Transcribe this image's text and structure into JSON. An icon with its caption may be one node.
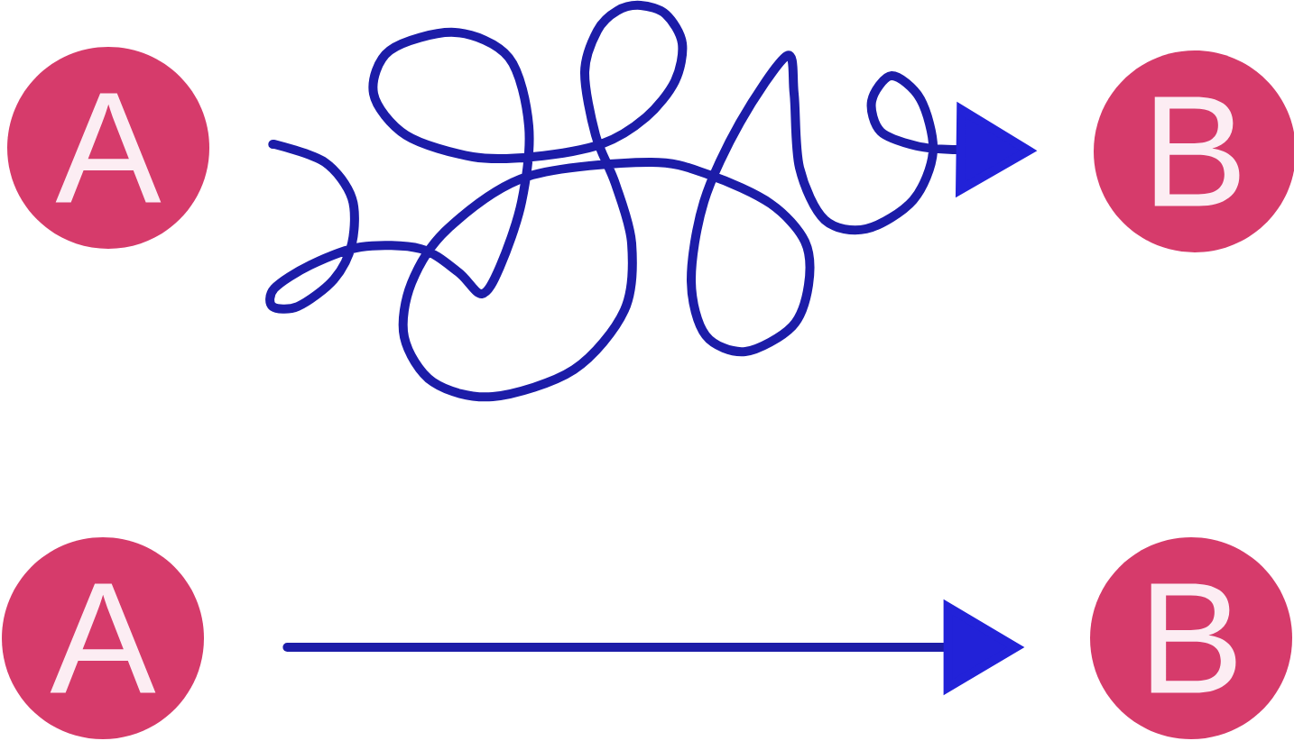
{
  "diagram": {
    "nodes": [
      {
        "text": [
          "A"
        ]
      },
      {
        "text": [
          "B"
        ]
      },
      {
        "text": [
          "A"
        ]
      },
      {
        "text": [
          "B"
        ]
      }
    ],
    "edges": [
      {
        "from": 0,
        "to": 1,
        "arrow": "to"
      },
      {
        "from": 2,
        "to": 3,
        "arrow": "to"
      }
    ]
  }
}
